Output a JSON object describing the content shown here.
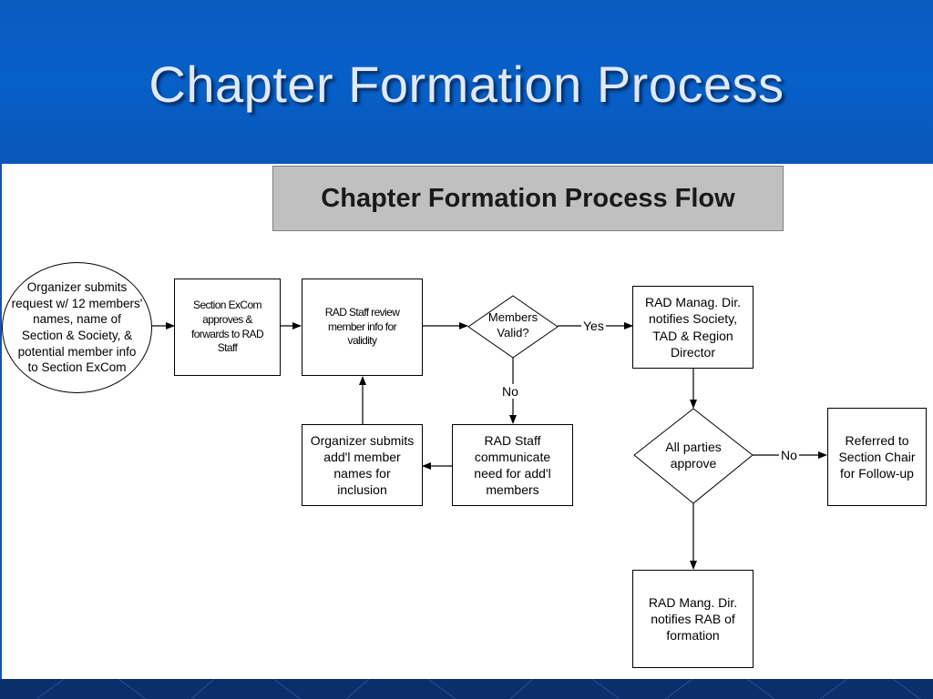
{
  "slide": {
    "title": "Chapter Formation Process"
  },
  "diagram": {
    "header": "Chapter Formation Process Flow",
    "nodes": {
      "organizer_submits_request": "Organizer submits\nrequest w/ 12 members'\nnames, name of\nSection & Society, &\npotential member info\nto Section ExCom",
      "section_excom_approves": "Section ExCom\napproves &\nforwards to RAD\nStaff",
      "rad_staff_review": "RAD Staff review\nmember info for\nvalidity",
      "members_valid": "Members\nValid?",
      "rad_manag_dir_notifies": "RAD Manag. Dir.\nnotifies Society,\nTAD & Region\nDirector",
      "rad_staff_communicate": "RAD Staff\ncommunicate\nneed for add'l\nmembers",
      "organizer_submits_additional": "Organizer submits\nadd'l member\nnames for\ninclusion",
      "all_parties_approve": "All parties\napprove",
      "referred_to_section_chair": "Referred to\nSection Chair\nfor Follow-up",
      "rad_mang_dir_notifies_rab": "RAD Mang. Dir.\nnotifies RAB of\nformation"
    },
    "edge_labels": {
      "members_valid_yes": "Yes",
      "members_valid_no": "No",
      "all_parties_no": "No"
    }
  }
}
